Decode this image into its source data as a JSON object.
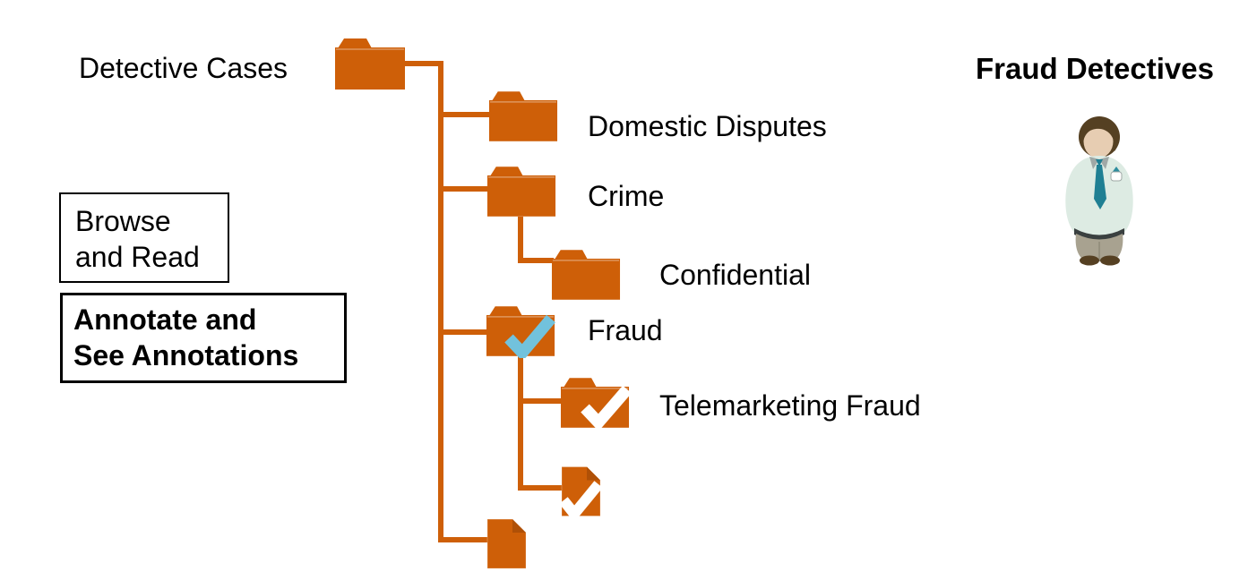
{
  "header": {
    "title": "Fraud Detectives"
  },
  "figure": {
    "name": "fraud-detective-figure"
  },
  "legend": {
    "browse_box": {
      "line1": "Browse",
      "line2": "and Read"
    },
    "annotate_box": {
      "line1": "Annotate and",
      "line2": "See Annotations"
    }
  },
  "tree": {
    "root_label": "Detective Cases",
    "root_icon": "folder-icon",
    "nodes": [
      {
        "label": "Domestic Disputes",
        "icon": "folder-icon",
        "checked": false
      },
      {
        "label": "Crime",
        "icon": "folder-icon",
        "checked": false
      },
      {
        "label": "Confidential",
        "icon": "folder-icon",
        "checked": false,
        "parent": "Crime"
      },
      {
        "label": "Fraud",
        "icon": "folder-icon",
        "checked": true,
        "check": "blue-check-icon"
      },
      {
        "label": "Telemarketing Fraud",
        "icon": "folder-icon",
        "checked": true,
        "check": "white-check-icon",
        "parent": "Fraud"
      },
      {
        "label": "",
        "icon": "document-icon",
        "checked": true,
        "check": "white-check-icon",
        "parent": "Fraud"
      },
      {
        "label": "",
        "icon": "document-icon",
        "checked": false
      }
    ]
  },
  "colors": {
    "accent_orange": "#CE5F08",
    "accent_orange_dark": "#AF5007",
    "check_blue": "#72C2DC",
    "check_white": "#FFFFFF",
    "text_black": "#000000",
    "hair_brown": "#55402280",
    "skin_tan": "#E7CDB2",
    "shirt_mint": "#DDEBE3",
    "collar_gray": "#9FA8A6",
    "tie_teal": "#1F7F93",
    "belt_charcoal": "#3A4040",
    "pants_taupe": "#A8A290"
  }
}
